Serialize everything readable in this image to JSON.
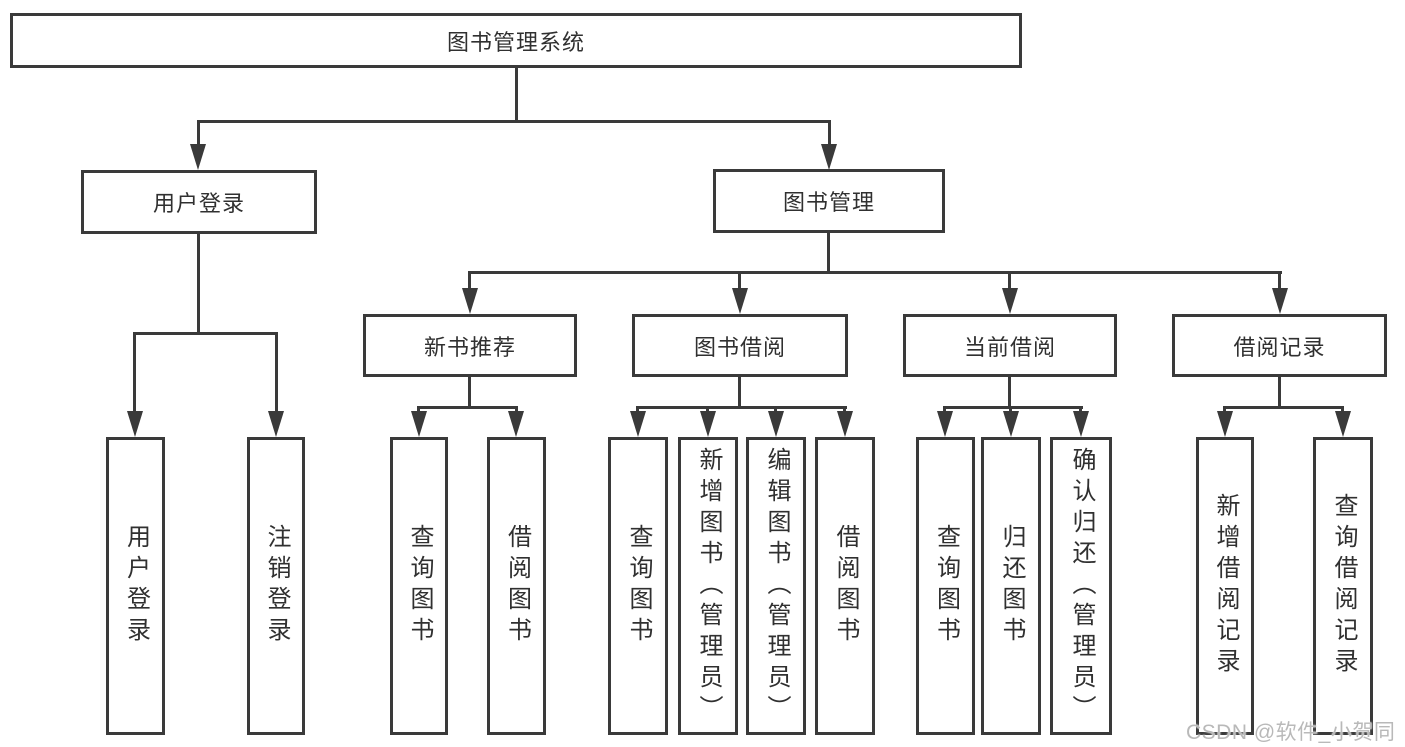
{
  "diagram": {
    "root": {
      "label": "图书管理系统"
    },
    "level2": [
      {
        "label": "用户登录",
        "children": [
          {
            "label": "用户登录"
          },
          {
            "label": "注销登录"
          }
        ]
      },
      {
        "label": "图书管理",
        "children": [
          {
            "label": "新书推荐",
            "children": [
              {
                "label": "查询图书"
              },
              {
                "label": "借阅图书"
              }
            ]
          },
          {
            "label": "图书借阅",
            "children": [
              {
                "label": "查询图书"
              },
              {
                "label": "新增图书（管理员）"
              },
              {
                "label": "编辑图书（管理员）"
              },
              {
                "label": "借阅图书"
              }
            ]
          },
          {
            "label": "当前借阅",
            "children": [
              {
                "label": "查询图书"
              },
              {
                "label": "归还图书"
              },
              {
                "label": "确认归还（管理员）"
              }
            ]
          },
          {
            "label": "借阅记录",
            "children": [
              {
                "label": "新增借阅记录"
              },
              {
                "label": "查询借阅记录"
              }
            ]
          }
        ]
      }
    ]
  },
  "watermark": {
    "text": "CSDN @软件_小贺同学"
  },
  "colors": {
    "line": "#3a3a3a",
    "text": "#303030",
    "background": "#ffffff",
    "watermark": "#b9b9b9"
  }
}
